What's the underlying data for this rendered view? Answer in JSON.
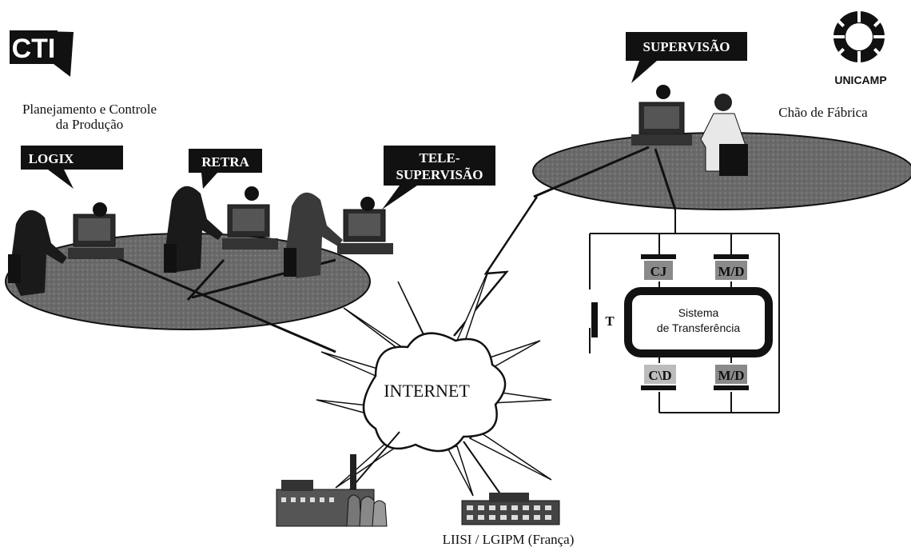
{
  "logos": {
    "cti": "CTI",
    "unicamp": "UNICAMP"
  },
  "labels": {
    "planning_line1": "Planejamento e Controle",
    "planning_line2": "da Produção",
    "shop_floor": "Chão de Fábrica",
    "internet": "INTERNET",
    "partner": "LIISI / LGIPM (França)"
  },
  "bubbles": {
    "logix": "LOGIX",
    "retra": "RETRA",
    "tele_line1": "TELE-",
    "tele_line2": "SUPERVISÃO",
    "supervisao": "SUPERVISÃO"
  },
  "plant": {
    "transfer_line1": "Sistema",
    "transfer_line2": "de Transferência",
    "station_top_left": "CJ",
    "station_top_right": "M/D",
    "station_bottom_left": "C\\D",
    "station_bottom_right": "M/D",
    "terminal": "T"
  },
  "colors": {
    "bubble_fill": "#111111",
    "disk_fill": "#6e6e6e",
    "line": "#111111"
  }
}
